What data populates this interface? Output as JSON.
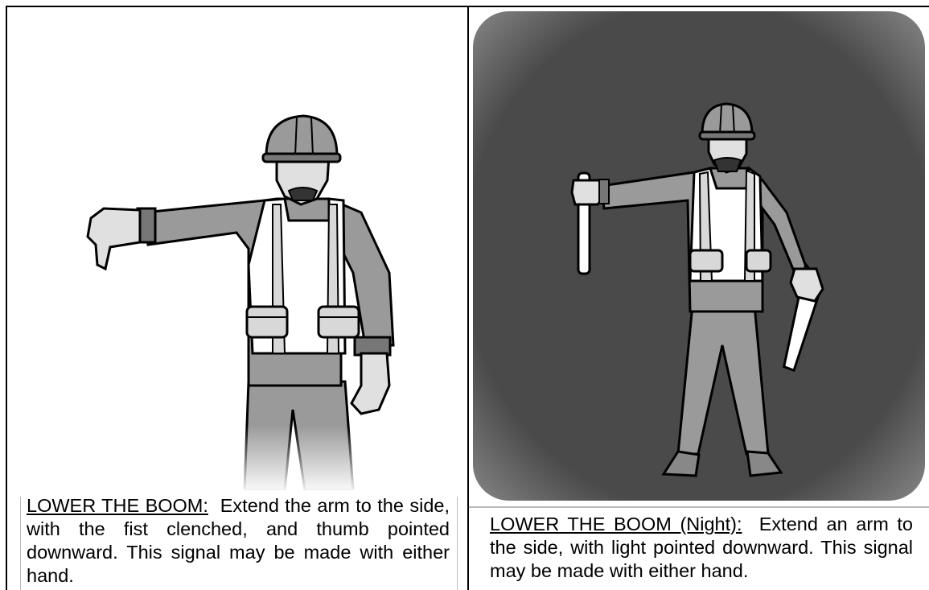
{
  "panels": [
    {
      "title": "LOWER THE BOOM:",
      "body": "Extend the arm to the side, with the fist clenched, and thumb pointed downward. This signal may be made with either hand.",
      "illustration": "signal-person-thumb-down"
    },
    {
      "title": "LOWER THE BOOM (Night):",
      "body": "Extend an arm to the side, with light pointed downward. This signal may be made with either hand.",
      "illustration": "signal-person-light-wands-night"
    }
  ]
}
